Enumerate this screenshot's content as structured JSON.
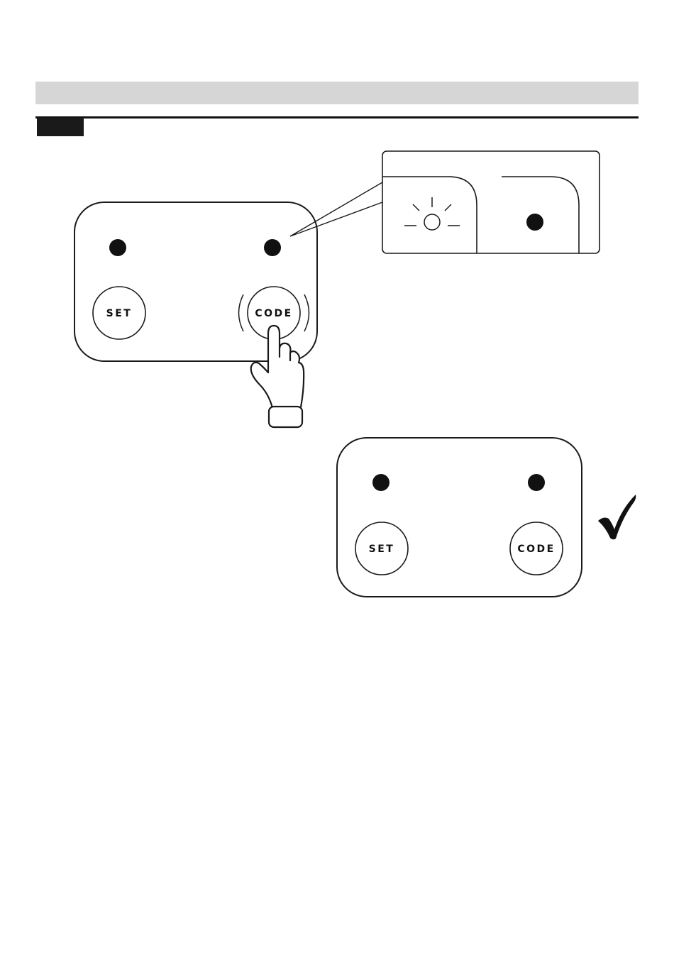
{
  "header": {
    "bar_color": "#d6d6d6",
    "step_tab_color": "#1a1a1a"
  },
  "remote_top": {
    "set_label": "SET",
    "code_label": "CODE",
    "left_led": "on",
    "right_led": "on",
    "code_pressed": true
  },
  "callout": {
    "left_state": "blinking",
    "right_state": "solid"
  },
  "remote_bottom": {
    "set_label": "SET",
    "code_label": "CODE",
    "left_led": "on",
    "right_led": "on"
  },
  "icons": {
    "press": "hand-pointer-icon",
    "confirm": "checkmark-icon"
  }
}
